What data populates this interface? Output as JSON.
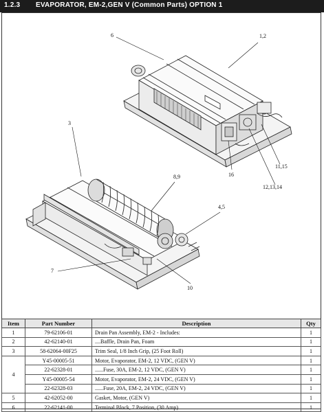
{
  "header": {
    "section": "1.2.3",
    "title": "EVAPORATOR, EM-2,GEN V (Common Parts) OPTION 1"
  },
  "callouts": {
    "c6": "6",
    "c12": "1,2",
    "c3": "3",
    "c89": "8,9",
    "c45": "4,5",
    "c7": "7",
    "c10": "10",
    "c16": "16",
    "c1115": "11,15",
    "c121314": "12,13,14"
  },
  "table": {
    "headers": {
      "item": "Item",
      "part": "Part Number",
      "desc": "Description",
      "qty": "Qty"
    },
    "rows": [
      {
        "item": "1",
        "part": "79-62106-01",
        "desc": "Drain Pan Assembly, EM-2 - Includes:",
        "qty": "1"
      },
      {
        "item": "2",
        "part": "42-62140-01",
        "desc": "....Baffle, Drain Pan, Foam",
        "qty": "1"
      },
      {
        "item": "3",
        "part": "58-62064-00F25",
        "desc": "Trim Seal, 1/8 Inch Grip, (25 Foot Roll)",
        "qty": "1"
      },
      {
        "item": "4",
        "part": "Y45-00005-51",
        "desc": "Motor, Evaporator, EM-2, 12 VDC, (GEN V)",
        "qty": "1"
      },
      {
        "item": "",
        "part": "22-62328-01",
        "desc": "......Fuse, 30A, EM-2, 12 VDC, (GEN V)",
        "qty": "1"
      },
      {
        "item": "",
        "part": "Y45-00005-54",
        "desc": "Motor, Evaporator, EM-2, 24 VDC, (GEN V)",
        "qty": "1"
      },
      {
        "item": "",
        "part": "22-62328-03",
        "desc": "......Fuse, 20A, EM-2, 24 VDC, (GEN V)",
        "qty": "1"
      },
      {
        "item": "5",
        "part": "42-62052-00",
        "desc": "Gasket, Motor, (GEN V)",
        "qty": "1"
      },
      {
        "item": "6",
        "part": "22-62141-00",
        "desc": "Terminal Block, 7 Position, (30 Amp)",
        "qty": "1"
      }
    ]
  }
}
